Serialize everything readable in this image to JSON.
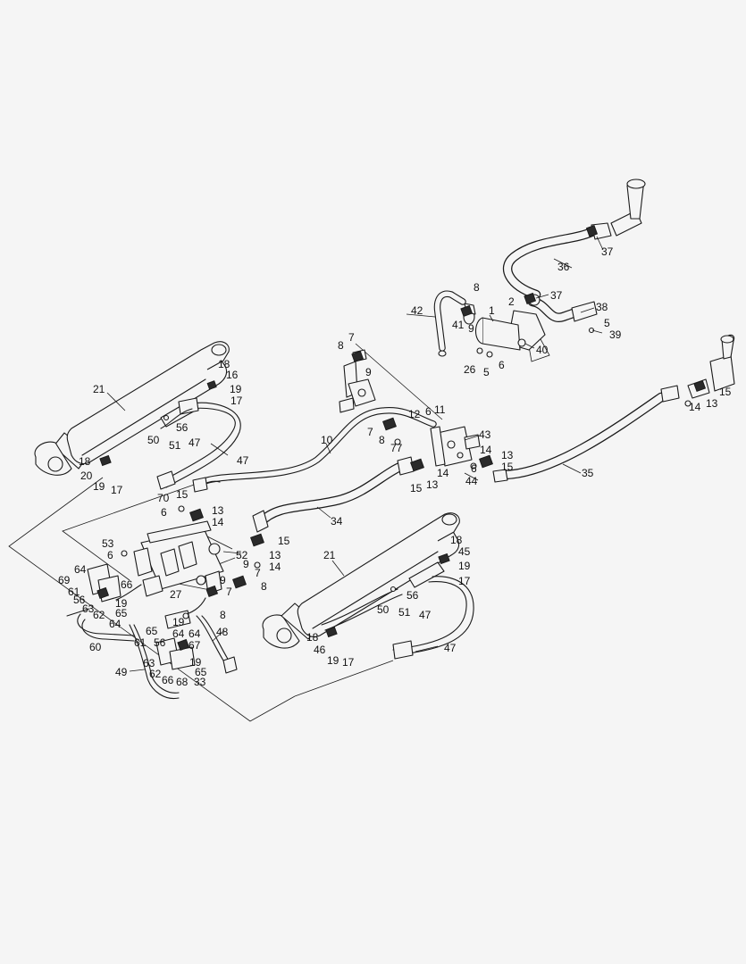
{
  "diagram": {
    "labels": [
      "1",
      "2",
      "5",
      "6",
      "7",
      "8",
      "9",
      "10",
      "11",
      "12",
      "13",
      "14",
      "15",
      "16",
      "17",
      "18",
      "19",
      "20",
      "21",
      "26",
      "27",
      "33",
      "34",
      "35",
      "36",
      "37",
      "38",
      "39",
      "40",
      "41",
      "42",
      "43",
      "44",
      "45",
      "46",
      "47",
      "48",
      "49",
      "50",
      "51",
      "52",
      "53",
      "56",
      "60",
      "61",
      "62",
      "63",
      "64",
      "65",
      "66",
      "67",
      "68",
      "69",
      "70",
      "77"
    ]
  }
}
